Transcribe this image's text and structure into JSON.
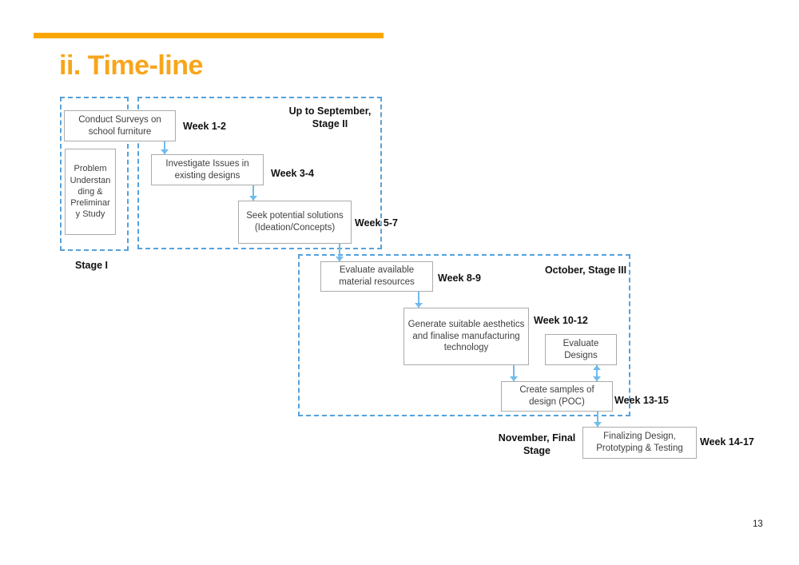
{
  "slide": {
    "title": "ii. Time-line",
    "page_number": "13"
  },
  "colors": {
    "accent_orange": "#F9A602",
    "title_orange": "#F8A51B",
    "stage_frame_blue": "#56A2DC",
    "arrow_blue": "#6FBCEC",
    "box_border_gray": "#ABABAB",
    "box_text_gray": "#3F3F3F"
  },
  "diagram": {
    "stage_labels": {
      "stage1": "Stage I",
      "stage2": "Up to September, Stage II",
      "stage3": "October, Stage III",
      "final": "November, Final Stage"
    },
    "boxes": [
      {
        "label": "Conduct Surveys on school furniture"
      },
      {
        "label": "Problem Understanding & Preliminary Study"
      },
      {
        "label": "Investigate Issues in existing designs"
      },
      {
        "label": "Seek potential solutions (Ideation/Concepts)"
      },
      {
        "label": "Evaluate available material resources"
      },
      {
        "label": "Generate suitable aesthetics and finalise manufacturing technology"
      },
      {
        "label": "Evaluate Designs"
      },
      {
        "label": "Create samples of design (POC)"
      },
      {
        "label": "Finalizing Design, Prototyping & Testing"
      }
    ],
    "weeks": [
      "Week 1-2",
      "Week 3-4",
      "Week 5-7",
      "Week 8-9",
      "Week 10-12",
      "Week 13-15",
      "Week 14-17"
    ],
    "arrow_names": {
      "down": "down-arrow-icon",
      "double": "double-vertical-arrow-icon"
    }
  }
}
